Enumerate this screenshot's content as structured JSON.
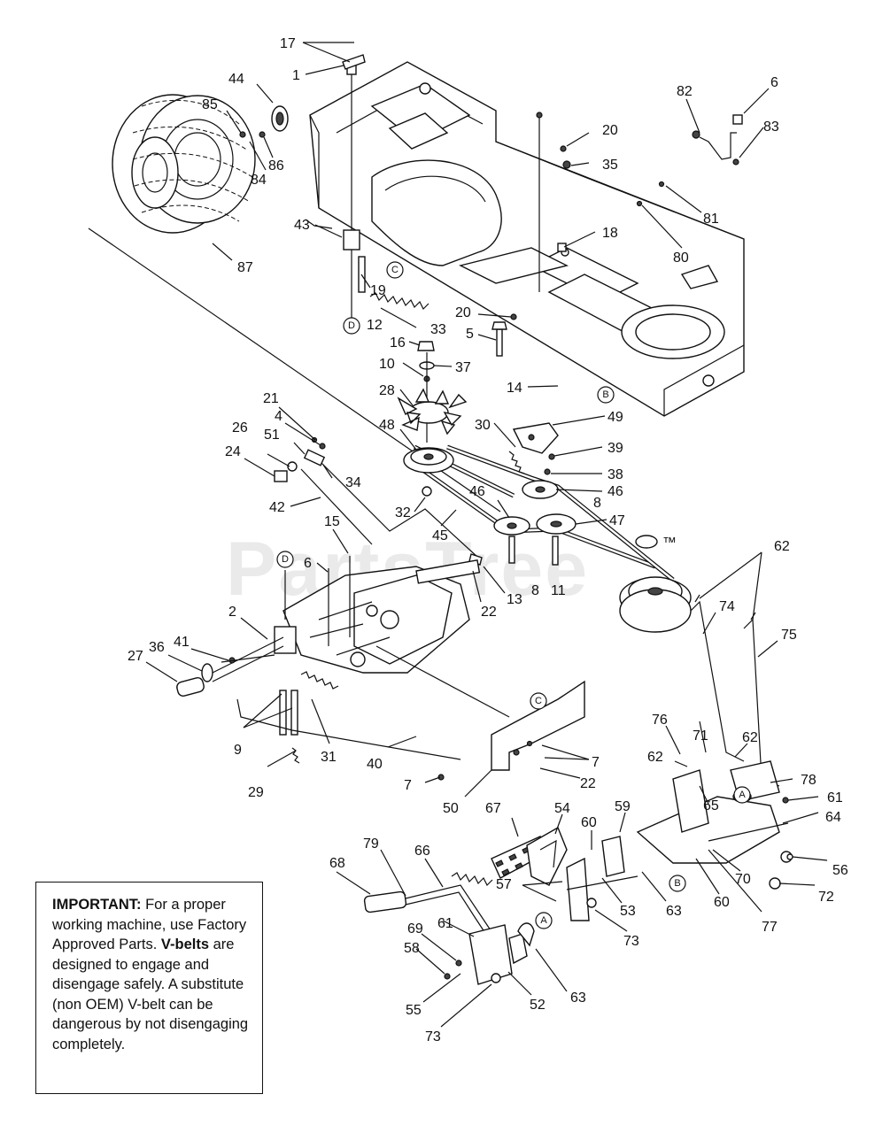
{
  "watermark": "PartsTree",
  "watermark_tm": "™",
  "callouts": [
    {
      "id": "c17",
      "text": "17"
    },
    {
      "id": "c1",
      "text": "1"
    },
    {
      "id": "c44",
      "text": "44"
    },
    {
      "id": "c85",
      "text": "85"
    },
    {
      "id": "c86",
      "text": "86"
    },
    {
      "id": "c84",
      "text": "84"
    },
    {
      "id": "c87",
      "text": "87"
    },
    {
      "id": "c43",
      "text": "43"
    },
    {
      "id": "c19",
      "text": "19"
    },
    {
      "id": "c12",
      "text": "12"
    },
    {
      "id": "c33",
      "text": "33"
    },
    {
      "id": "c20a",
      "text": "20"
    },
    {
      "id": "c35",
      "text": "35"
    },
    {
      "id": "c18",
      "text": "18"
    },
    {
      "id": "c20b",
      "text": "20"
    },
    {
      "id": "c5",
      "text": "5"
    },
    {
      "id": "c16",
      "text": "16"
    },
    {
      "id": "c10",
      "text": "10"
    },
    {
      "id": "c37",
      "text": "37"
    },
    {
      "id": "c28",
      "text": "28"
    },
    {
      "id": "c14",
      "text": "14"
    },
    {
      "id": "c49",
      "text": "49"
    },
    {
      "id": "c30",
      "text": "30"
    },
    {
      "id": "c39",
      "text": "39"
    },
    {
      "id": "c38",
      "text": "38"
    },
    {
      "id": "c46a",
      "text": "46"
    },
    {
      "id": "c46b",
      "text": "46"
    },
    {
      "id": "c8a",
      "text": "8"
    },
    {
      "id": "c47",
      "text": "47"
    },
    {
      "id": "c48",
      "text": "48"
    },
    {
      "id": "c21",
      "text": "21"
    },
    {
      "id": "c4",
      "text": "4"
    },
    {
      "id": "c26",
      "text": "26"
    },
    {
      "id": "c51",
      "text": "51"
    },
    {
      "id": "c24",
      "text": "24"
    },
    {
      "id": "c34",
      "text": "34"
    },
    {
      "id": "c42",
      "text": "42"
    },
    {
      "id": "c32",
      "text": "32"
    },
    {
      "id": "c45",
      "text": "45"
    },
    {
      "id": "c15",
      "text": "15"
    },
    {
      "id": "c6a",
      "text": "6"
    },
    {
      "id": "c13",
      "text": "13"
    },
    {
      "id": "c22a",
      "text": "22"
    },
    {
      "id": "c8b",
      "text": "8"
    },
    {
      "id": "c11",
      "text": "11"
    },
    {
      "id": "c62a",
      "text": "62"
    },
    {
      "id": "c74",
      "text": "74"
    },
    {
      "id": "c75",
      "text": "75"
    },
    {
      "id": "c2",
      "text": "2"
    },
    {
      "id": "c27",
      "text": "27"
    },
    {
      "id": "c36",
      "text": "36"
    },
    {
      "id": "c41",
      "text": "41"
    },
    {
      "id": "c9",
      "text": "9"
    },
    {
      "id": "c31",
      "text": "31"
    },
    {
      "id": "c29",
      "text": "29"
    },
    {
      "id": "c40",
      "text": "40"
    },
    {
      "id": "c7a",
      "text": "7"
    },
    {
      "id": "c7b",
      "text": "7"
    },
    {
      "id": "c22b",
      "text": "22"
    },
    {
      "id": "c50",
      "text": "50"
    },
    {
      "id": "c76",
      "text": "76"
    },
    {
      "id": "c71",
      "text": "71"
    },
    {
      "id": "c62b",
      "text": "62"
    },
    {
      "id": "c62c",
      "text": "62"
    },
    {
      "id": "c78",
      "text": "78"
    },
    {
      "id": "c61a",
      "text": "61"
    },
    {
      "id": "c65",
      "text": "65"
    },
    {
      "id": "c64",
      "text": "64"
    },
    {
      "id": "c56",
      "text": "56"
    },
    {
      "id": "c72",
      "text": "72"
    },
    {
      "id": "c70",
      "text": "70"
    },
    {
      "id": "c77",
      "text": "77"
    },
    {
      "id": "c60a",
      "text": "60"
    },
    {
      "id": "c60b",
      "text": "60"
    },
    {
      "id": "c59",
      "text": "59"
    },
    {
      "id": "c54",
      "text": "54"
    },
    {
      "id": "c67",
      "text": "67"
    },
    {
      "id": "c57",
      "text": "57"
    },
    {
      "id": "c53",
      "text": "53"
    },
    {
      "id": "c73a",
      "text": "73"
    },
    {
      "id": "c63a",
      "text": "63"
    },
    {
      "id": "c79",
      "text": "79"
    },
    {
      "id": "c66",
      "text": "66"
    },
    {
      "id": "c68",
      "text": "68"
    },
    {
      "id": "c61b",
      "text": "61"
    },
    {
      "id": "c69",
      "text": "69"
    },
    {
      "id": "c58",
      "text": "58"
    },
    {
      "id": "c55",
      "text": "55"
    },
    {
      "id": "c52",
      "text": "52"
    },
    {
      "id": "c63b",
      "text": "63"
    },
    {
      "id": "c73b",
      "text": "73"
    },
    {
      "id": "c82",
      "text": "82"
    },
    {
      "id": "c6b",
      "text": "6"
    },
    {
      "id": "c83",
      "text": "83"
    },
    {
      "id": "c80",
      "text": "80"
    },
    {
      "id": "c81",
      "text": "81"
    }
  ],
  "refs": {
    "c_top": "C",
    "d_top": "D",
    "b_top": "B",
    "d_mid": "D",
    "c_mid": "C",
    "a_right": "A",
    "b_right": "B",
    "a_bottom": "A"
  },
  "notice": {
    "important": "IMPORTANT:",
    "line1": " For a proper working machine, use Factory Approved Parts. ",
    "vbelts": "V-belts",
    "line2": " are designed to engage and disengage safely. A substitute (non OEM) V-belt can be dangerous by not disengaging completely."
  }
}
